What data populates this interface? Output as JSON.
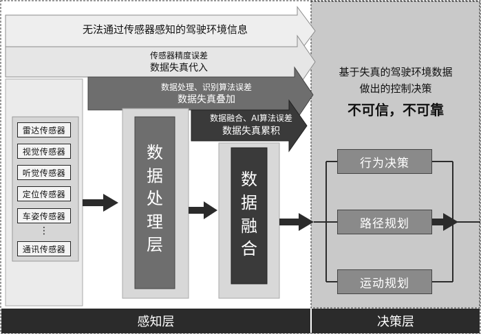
{
  "arrows": {
    "a1": "无法通过传感器感知的驾驶环境信息",
    "a2_line1": "传感器精度误差",
    "a2_line2": "数据失真代入",
    "a3_line1": "数据处理、识别算法误差",
    "a3_line2": "数据失真叠加",
    "a4_line1": "数据融合、AI算法误差",
    "a4_line2": "数据失真累积"
  },
  "sensors": {
    "s1": "雷达传感器",
    "s2": "视觉传感器",
    "s3": "听觉传感器",
    "s4": "定位传感器",
    "s5": "车姿传感器",
    "dots": "⋮",
    "s6": "通讯传感器"
  },
  "processing": {
    "c1": "数",
    "c2": "据",
    "c3": "处",
    "c4": "理",
    "c5": "层"
  },
  "fusion": {
    "c1": "数",
    "c2": "据",
    "c3": "融",
    "c4": "合"
  },
  "decision_text": {
    "line1": "基于失真的驾驶环境数据",
    "line2": "做出的控制决策",
    "line3": "不可信，不可靠"
  },
  "decision_boxes": {
    "behavior": "行为决策",
    "path": "路径规划",
    "motion": "运动规划"
  },
  "layers": {
    "perception": "感知层",
    "decision": "决策层"
  },
  "colors": {
    "light_arrow": "#eeeeee",
    "mid_arrow": "#6e6e6e",
    "dark_arrow": "#3a3a3a",
    "decision_panel": "#c9c9c9",
    "layer_bar": "#2b2b2b"
  }
}
